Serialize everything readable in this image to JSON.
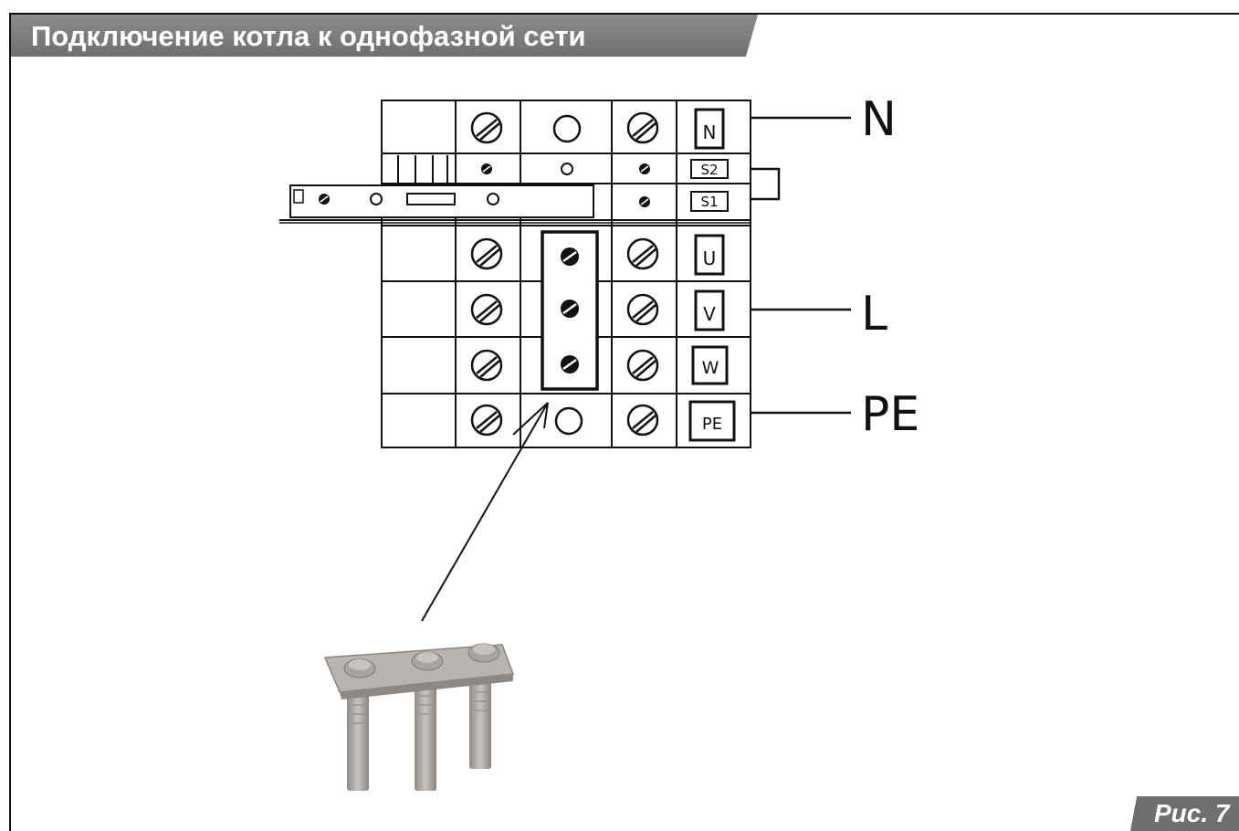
{
  "header": {
    "title": "Подключение котла к однофазной сети"
  },
  "figure": {
    "label": "Рис. 7"
  },
  "terminal_block": {
    "terminals": [
      "N",
      "S2",
      "S1",
      "U",
      "V",
      "W",
      "PE"
    ],
    "connections": [
      {
        "label": "N"
      },
      {
        "label": "L"
      },
      {
        "label": "PE"
      }
    ]
  },
  "icons": {
    "screw": "screw-icon",
    "hole": "hole-icon",
    "jumper": "jumper-bridge-icon"
  }
}
